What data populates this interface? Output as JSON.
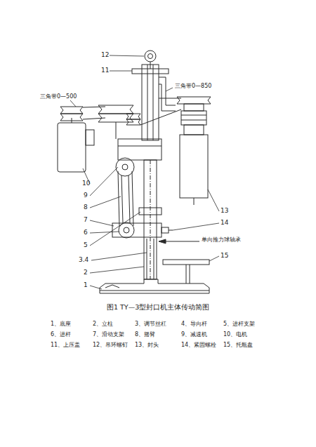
{
  "diagram": {
    "caption": "图1  TY—3型封口机主体传动简图",
    "labels": [
      "12",
      "11",
      "三角带0—500",
      "三角带0—850",
      "10",
      "9",
      "8",
      "7",
      "6",
      "5",
      "3.4",
      "2",
      "1",
      "13",
      "14",
      "单向推力球轴承",
      "15",
      "1、底座",
      "2、立柱",
      "3、调节丝杠",
      "4、导向杆",
      "5、进杆支架",
      "6、进杆",
      "7、滑动支架",
      "8、摇臂",
      "9、减速机",
      "10、电机",
      "11、上压盖",
      "12、吊环螺钉",
      "13、封头",
      "14、紧固螺栓",
      "15、托瓶盘"
    ]
  }
}
